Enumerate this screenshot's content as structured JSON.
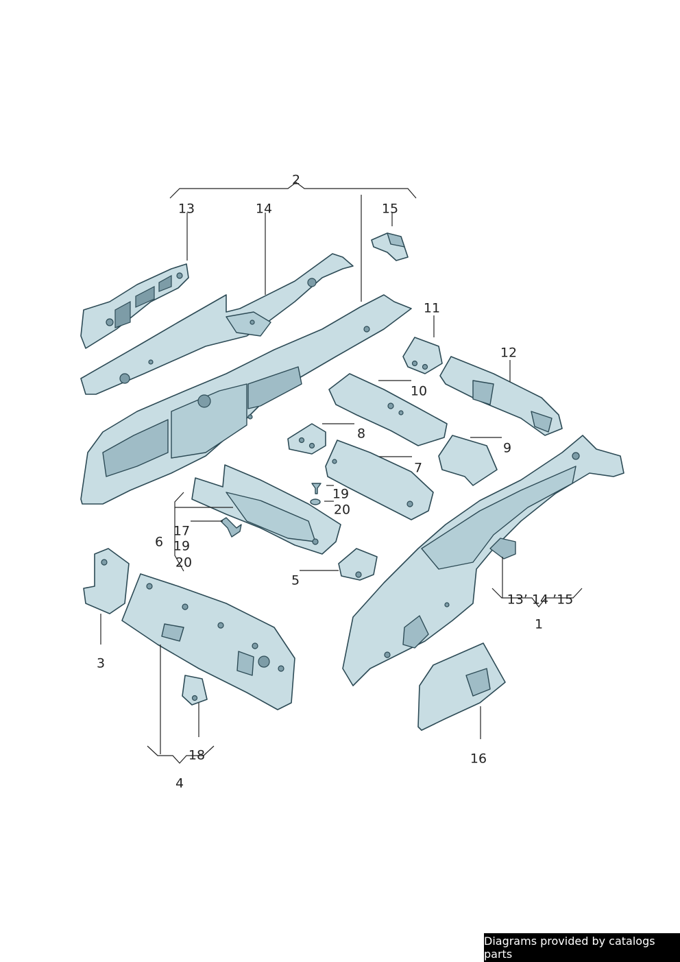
{
  "callouts": {
    "c1": "1",
    "c2": "2",
    "c3": "3",
    "c4": "4",
    "c5": "5",
    "c6": "6",
    "c7": "7",
    "c8": "8",
    "c9": "9",
    "c10": "10",
    "c11": "11",
    "c12": "12",
    "c13": "13",
    "c14": "14",
    "c15": "15",
    "c16": "16",
    "c17": "17",
    "c18": "18",
    "c19a": "19",
    "c20a": "20",
    "c19b": "19",
    "c20b": "20",
    "c1_sub": "13’ 14 ’15"
  },
  "watermark": "Diagrams provided by catalogs parts",
  "colors": {
    "part_fill": "#c8dde3",
    "part_stroke": "#2c4a55",
    "watermark_bg": "#000000"
  }
}
